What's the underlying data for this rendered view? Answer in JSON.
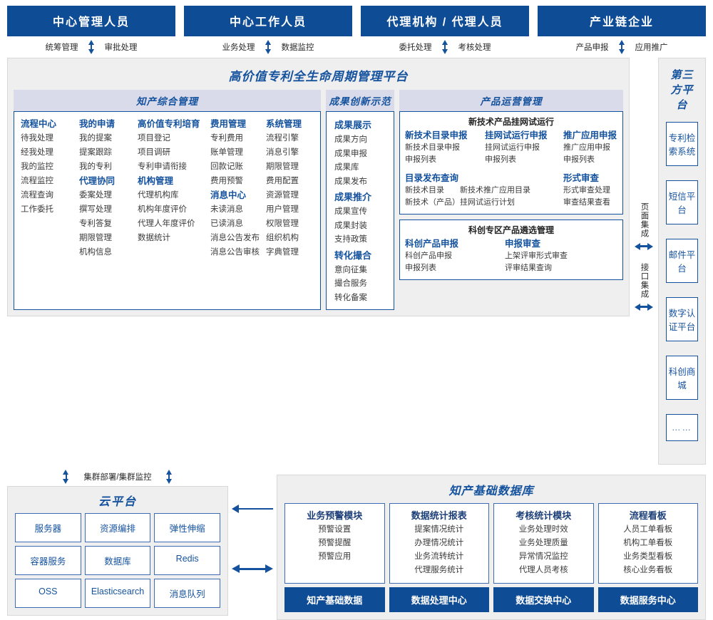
{
  "roles": [
    {
      "title": "中心管理人员",
      "actions": [
        "统筹管理",
        "审批处理"
      ]
    },
    {
      "title": "中心工作人员",
      "actions": [
        "业务处理",
        "数据监控"
      ]
    },
    {
      "title": "代理机构 / 代理人员",
      "actions": [
        "委托处理",
        "考核处理"
      ]
    },
    {
      "title": "产业链企业",
      "actions": [
        "产品申报",
        "应用推广"
      ]
    }
  ],
  "platform": {
    "title": "高价值专利全生命周期管理平台",
    "sections": {
      "zhichan": {
        "header": "知产综合管理",
        "columns": [
          {
            "blocks": [
              {
                "group": "流程中心",
                "items": [
                  "待我处理",
                  "经我处理",
                  "我的监控",
                  "流程监控",
                  "流程查询",
                  "工作委托"
                ]
              }
            ]
          },
          {
            "blocks": [
              {
                "group": "我的申请",
                "items": [
                  "我的提案",
                  "提案跟踪",
                  "我的专利"
                ]
              },
              {
                "group": "代理协同",
                "items": [
                  "委案处理",
                  "撰写处理",
                  "专利答复",
                  "期限管理",
                  "机构信息"
                ]
              }
            ]
          },
          {
            "blocks": [
              {
                "group": "高价值专利培育",
                "items": [
                  "项目登记",
                  "项目调研",
                  "专利申请衔接"
                ]
              },
              {
                "group": "机构管理",
                "items": [
                  "代理机构库",
                  "机构年度评价",
                  "代理人年度评价",
                  "数据统计"
                ]
              }
            ]
          },
          {
            "blocks": [
              {
                "group": "费用管理",
                "items": [
                  "专利费用",
                  "账单管理",
                  "回款记账",
                  "费用预警"
                ]
              },
              {
                "group": "消息中心",
                "items": [
                  "未读消息",
                  "已读消息",
                  "消息公告发布",
                  "消息公告审核"
                ]
              }
            ]
          },
          {
            "blocks": [
              {
                "group": "系统管理",
                "items": [
                  "流程引擎",
                  "消息引擎",
                  "期限管理",
                  "费用配置",
                  "资源管理",
                  "用户管理",
                  "权限管理",
                  "组织机构",
                  "字典管理"
                ]
              }
            ]
          }
        ]
      },
      "chengguo": {
        "header": "成果创新示范",
        "blocks": [
          {
            "group": "成果展示",
            "items": [
              "成果方向",
              "成果申报",
              "成果库",
              "成果发布"
            ]
          },
          {
            "group": "成果推介",
            "items": [
              "成果宣传",
              "成果封装",
              "支持政策"
            ]
          },
          {
            "group": "转化撮合",
            "items": [
              "意向征集",
              "撮合服务",
              "转化备案"
            ]
          }
        ]
      },
      "chanpin": {
        "header": "产品运营管理",
        "subboxes": [
          {
            "title": "新技术产品挂网试运行",
            "row1": [
              {
                "group": "新技术目录申报",
                "items": [
                  "新技术目录申报",
                  "申报列表"
                ]
              },
              {
                "group": "挂网试运行申报",
                "items": [
                  "挂网试运行申报",
                  "申报列表"
                ]
              },
              {
                "group": "推广应用申报",
                "items": [
                  "推广应用申报",
                  "申报列表"
                ]
              }
            ],
            "row2": [
              {
                "group": "目录发布查询",
                "items": [
                  "新技术目录　　新技术推广应用目录",
                  "新技术（产品）挂网试运行计划"
                ]
              },
              {
                "group": "形式审查",
                "items": [
                  "形式审查处理",
                  "审查结果查看"
                ]
              }
            ]
          },
          {
            "title": "科创专区产品遴选管理",
            "row1": [
              {
                "group": "科创产品申报",
                "items": [
                  "科创产品申报",
                  "申报列表"
                ]
              },
              {
                "group": "申报审查",
                "items": [
                  "上架评审形式审查",
                  "评审结果查询"
                ]
              }
            ]
          }
        ]
      }
    }
  },
  "integration": {
    "page_label": "页面集成",
    "api_label": "接口集成"
  },
  "third_party": {
    "title": "第三方平台",
    "items": [
      "专利检索系统",
      "短信平台",
      "邮件平台",
      "数字认证平台",
      "科创商城",
      "……"
    ]
  },
  "cloud": {
    "cluster_label": "集群部署/集群监控",
    "title": "云平台",
    "cells": [
      "服务器",
      "资源编排",
      "弹性伸缩",
      "容器服务",
      "数据库",
      "Redis",
      "OSS",
      "Elasticsearch",
      "消息队列"
    ]
  },
  "database": {
    "title": "知产基础数据库",
    "columns": [
      {
        "header": "业务预警模块",
        "items": [
          "预警设置",
          "预警提醒",
          "预警应用"
        ],
        "footer": "知产基础数据"
      },
      {
        "header": "数据统计报表",
        "items": [
          "提案情况统计",
          "办理情况统计",
          "业务流转统计",
          "代理服务统计"
        ],
        "footer": "数据处理中心"
      },
      {
        "header": "考核统计模块",
        "items": [
          "业务处理时效",
          "业务处理质量",
          "异常情况监控",
          "代理人员考核"
        ],
        "footer": "数据交换中心"
      },
      {
        "header": "流程看板",
        "items": [
          "人员工单看板",
          "机构工单看板",
          "业务类型看板",
          "核心业务看板"
        ],
        "footer": "数据服务中心"
      }
    ]
  },
  "colors": {
    "primary": "#0F4C96",
    "accent": "#14529E",
    "panel_bg": "#EFEFEF",
    "section_head_bg": "#D9DBEA"
  }
}
